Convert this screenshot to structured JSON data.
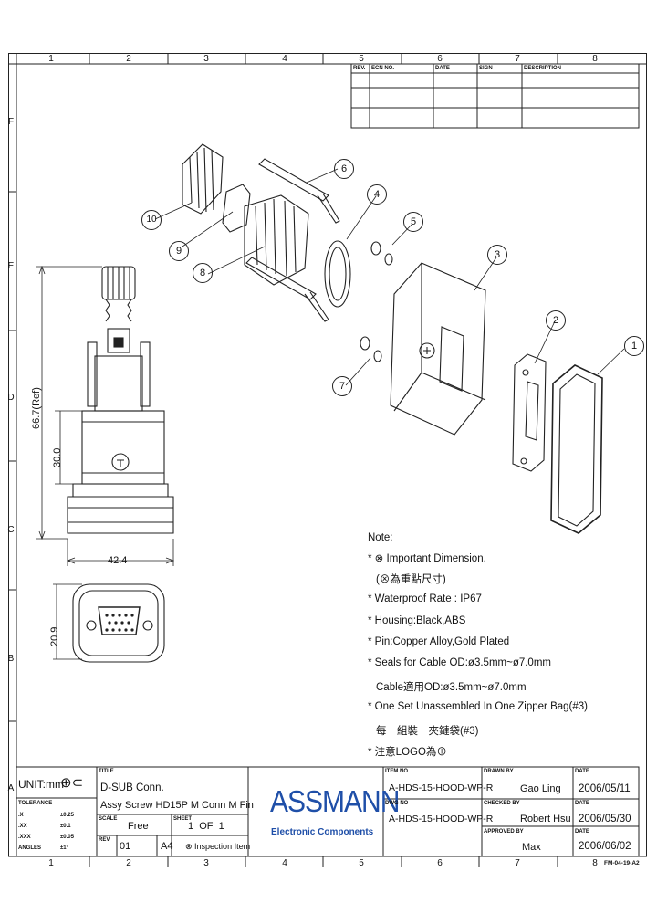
{
  "zones": {
    "cols": [
      "1",
      "2",
      "3",
      "4",
      "5",
      "6",
      "7",
      "8"
    ],
    "rows": [
      "F",
      "E",
      "D",
      "C",
      "B",
      "A"
    ]
  },
  "revision_table": {
    "headers": [
      "REV.",
      "ECN NO.",
      "DATE",
      "SIGN",
      "DESCRIPTION"
    ]
  },
  "callouts": [
    "1",
    "2",
    "3",
    "4",
    "5",
    "6",
    "7",
    "8",
    "9",
    "10"
  ],
  "dimensions": {
    "height_ref": "66.7(Ref)",
    "body_height": "30.0",
    "width": "42.4",
    "face_height": "20.9"
  },
  "notes": {
    "heading": "Note:",
    "items": [
      "* ⊗ Important Dimension.",
      "(⊗為重點尺寸)",
      "* Waterproof Rate : IP67",
      "* Housing:Black,ABS",
      "* Pin:Copper Alloy,Gold Plated",
      "* Seals for Cable OD:ø3.5mm~ø7.0mm",
      "Cable適用OD:ø3.5mm~ø7.0mm",
      "* One Set Unassembled In One Zipper Bag(#3)",
      "每一組裝一夾鏈袋(#3)",
      "* 注意LOGO為⊕"
    ]
  },
  "title_block": {
    "unit": "UNIT:mm",
    "tolerance_label": "TOLERANCE",
    "tolerances": [
      {
        "k": ".X",
        "v": "±0.25"
      },
      {
        "k": ".XX",
        "v": "±0.1"
      },
      {
        "k": ".XXX",
        "v": "±0.05"
      },
      {
        "k": "ANGLES",
        "v": "±1°"
      }
    ],
    "title_label": "TITLE",
    "title_line1": "D-SUB Conn.",
    "title_line2": "Assy Screw HD15P M Conn M Fin",
    "scale_label": "SCALE",
    "scale_value": "Free",
    "sheet_label": "SHEET",
    "sheet_value": "1  OF  1",
    "rev_label": "REV.",
    "rev_value": "01",
    "size_value": "A4",
    "inspection": "⊗ Inspection Item",
    "brand": "ASSMANN",
    "brand_sub": "Electronic Components",
    "item_no_label": "ITEM NO",
    "item_no": "A-HDS-15-HOOD-WP-R",
    "dwg_no_label": "DWG NO",
    "dwg_no": "A-HDS-15-HOOD-WP-R",
    "drawn_by_label": "DRAWN BY",
    "drawn_by": "Gao Ling",
    "checked_by_label": "CHECKED BY",
    "checked_by": "Robert Hsu",
    "approved_by_label": "APPROVED BY",
    "approved_by": "Max",
    "date_label": "DATE",
    "date1": "2006/05/11",
    "date2": "2006/05/30",
    "date3": "2006/06/02",
    "form_no": "FM-04-19-A2"
  },
  "colors": {
    "line": "#222222",
    "brand": "#1f4fa8"
  }
}
